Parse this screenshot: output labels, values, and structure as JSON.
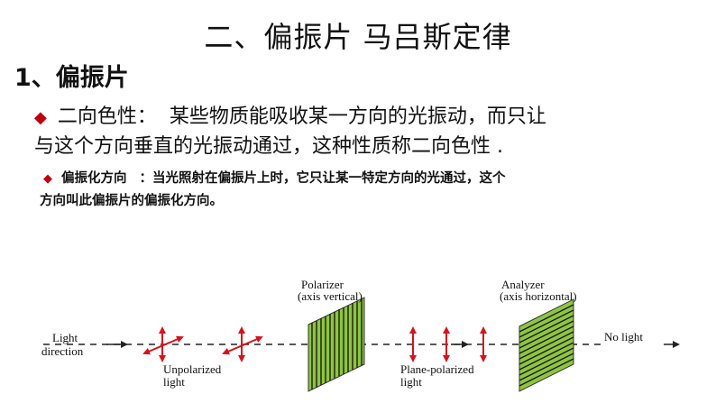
{
  "slide": {
    "title": "二、偏振片 马吕斯定律",
    "section": "1、偏振片",
    "para1": {
      "term": "二向色性：",
      "line1_rest": "某些物质能吸收某一方向的光振动，而只让",
      "line2": "与这个方向垂直的光振动通过，这种性质称二向色性 ."
    },
    "para2": {
      "term": "偏振化方向",
      "line1_rest": "：当光照射在偏振片上时，它只让某一特定方向的光通过，这个",
      "line2": "方向叫此偏振片的偏振化方向。"
    }
  },
  "diagram": {
    "light_direction": [
      "Light",
      "direction"
    ],
    "unpolarized": [
      "Unpolarized",
      "light"
    ],
    "polarizer": [
      "Polarizer",
      "(axis vertical)"
    ],
    "plane_polarized": [
      "Plane-polarized",
      "light"
    ],
    "analyzer": [
      "Analyzer",
      "(axis horizontal)"
    ],
    "no_light": "No light"
  },
  "colors": {
    "bullet": "#c0000b",
    "filter_green": "#8ec63f",
    "arrow_red": "#d4141d"
  }
}
